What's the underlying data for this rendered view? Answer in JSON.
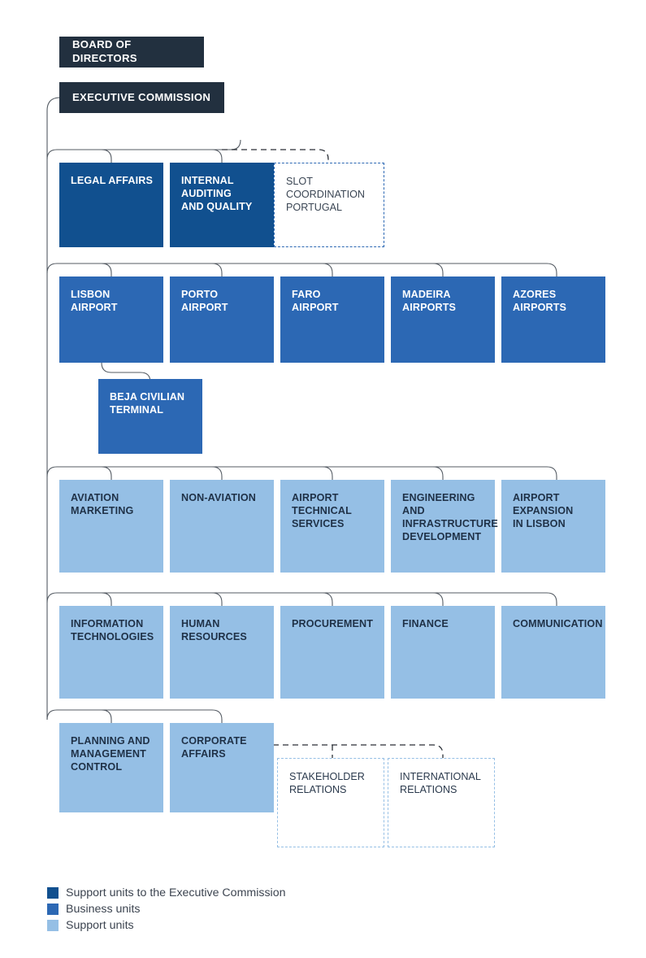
{
  "title": "ANA organisational structure chart",
  "colors": {
    "header": "#22303f",
    "support_to_ec": "#11508f",
    "business_units": "#2c68b4",
    "support_units": "#95bfe5",
    "connector": "#545b63",
    "page_background": "#ffffff"
  },
  "header": {
    "board": "BOARD OF DIRECTORS",
    "executive": "EXECUTIVE COMMISSION"
  },
  "rows": [
    {
      "name": "support-units-to-executive-commission",
      "nodes": [
        {
          "label": "LEGAL AFFAIRS",
          "kind": "support_to_ec"
        },
        {
          "label": "INTERNAL\nAUDITING\nAND QUALITY",
          "kind": "support_to_ec"
        },
        {
          "label": "SLOT\nCOORDINATION\nPORTUGAL",
          "kind": "dashed_dark"
        }
      ]
    },
    {
      "name": "business-units-airports",
      "nodes": [
        {
          "label": "LISBON\nAIRPORT",
          "kind": "business"
        },
        {
          "label": "PORTO\nAIRPORT",
          "kind": "business"
        },
        {
          "label": "FARO\nAIRPORT",
          "kind": "business"
        },
        {
          "label": "MADEIRA\nAIRPORTS",
          "kind": "business"
        },
        {
          "label": "AZORES\nAIRPORTS",
          "kind": "business"
        }
      ]
    },
    {
      "name": "business-units-sub",
      "nodes": [
        {
          "label": "BEJA CIVILIAN\nTERMINAL",
          "kind": "business"
        }
      ]
    },
    {
      "name": "support-units-row-1",
      "nodes": [
        {
          "label": "AVIATION\nMARKETING",
          "kind": "support"
        },
        {
          "label": "NON-AVIATION",
          "kind": "support"
        },
        {
          "label": "AIRPORT\nTECHNICAL\nSERVICES",
          "kind": "support"
        },
        {
          "label": "ENGINEERING AND\nINFRASTRUCTURE\nDEVELOPMENT",
          "kind": "support"
        },
        {
          "label": "AIRPORT\nEXPANSION\nIN LISBON",
          "kind": "support"
        }
      ]
    },
    {
      "name": "support-units-row-2",
      "nodes": [
        {
          "label": "INFORMATION\nTECHNOLOGIES",
          "kind": "support"
        },
        {
          "label": "HUMAN\nRESOURCES",
          "kind": "support"
        },
        {
          "label": "PROCUREMENT",
          "kind": "support"
        },
        {
          "label": "FINANCE",
          "kind": "support"
        },
        {
          "label": "COMMUNICATION",
          "kind": "support"
        }
      ]
    },
    {
      "name": "support-units-row-3",
      "nodes": [
        {
          "label": "PLANNING AND\nMANAGEMENT\nCONTROL",
          "kind": "support"
        },
        {
          "label": "CORPORATE\nAFFAIRS",
          "kind": "support"
        },
        {
          "label": "STAKEHOLDER\nRELATIONS",
          "kind": "dashed_light"
        },
        {
          "label": "INTERNATIONAL\nRELATIONS",
          "kind": "dashed_light"
        }
      ]
    }
  ],
  "legend": [
    {
      "swatch": "#11508f",
      "text": "Support units to the Executive Commission"
    },
    {
      "swatch": "#2c68b4",
      "text": "Business units"
    },
    {
      "swatch": "#95bfe5",
      "text": "Support units"
    }
  ]
}
